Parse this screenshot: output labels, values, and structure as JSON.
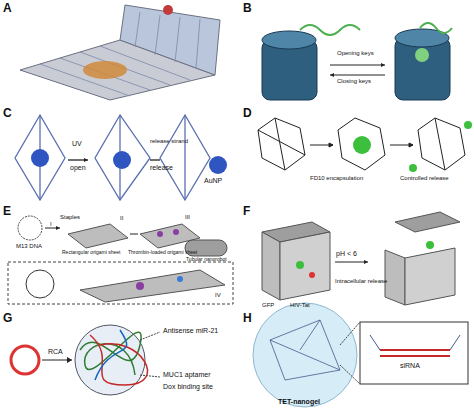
{
  "diagram": {
    "labels": [
      "A",
      "B",
      "Opening keys",
      "Closing keys",
      "C",
      "UV",
      "open",
      "release strand",
      "release",
      "AuNP",
      "D",
      "FD10 encapsulation",
      "Controlled release",
      "E",
      "M13 DNA",
      "Staples",
      "I",
      "Rectangular origami sheet",
      "II",
      "Thrombin-loaded origami sheet",
      "III",
      "Tubular nanorobot",
      "IV",
      "F",
      "pH < 6",
      "GFP",
      "HIV-Tat",
      "Intracellular release",
      "G",
      "RCA",
      "Antisense miR-21",
      "MUC1 aptamer",
      "Dox binding site",
      "H",
      "TET-nanogel",
      "siRNA"
    ]
  }
}
